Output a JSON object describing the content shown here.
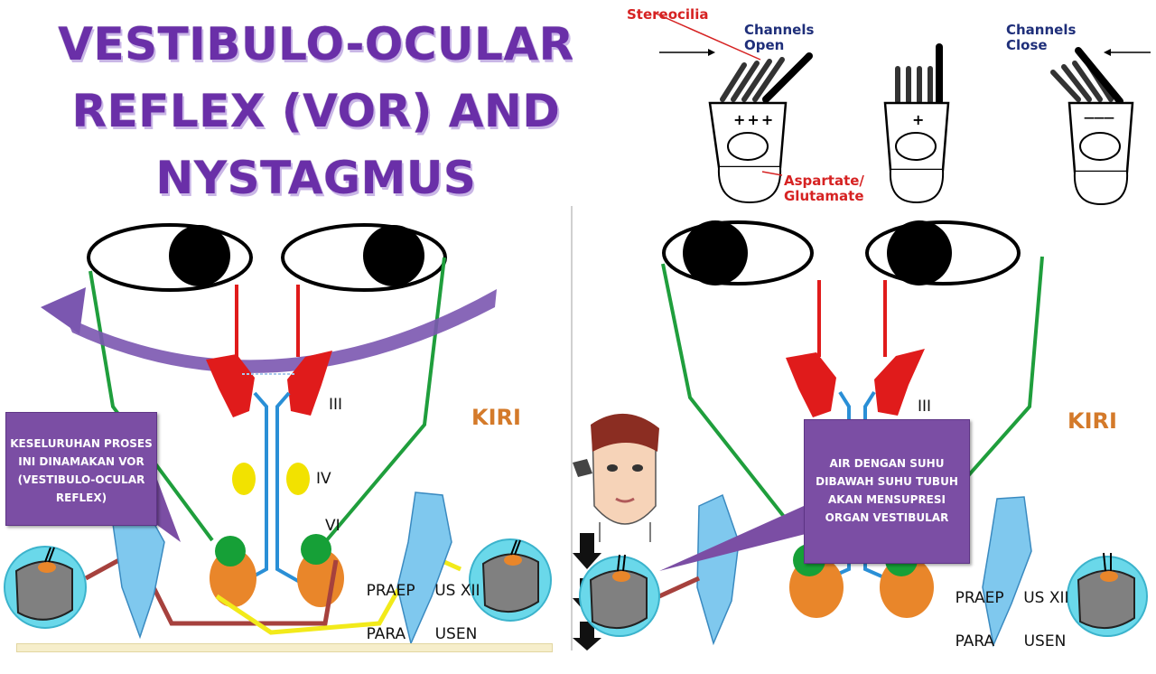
{
  "title": {
    "line1": "VESTIBULO-OCULAR",
    "line2": "REFLEX (VOR) AND",
    "line3": "NYSTAGMUS"
  },
  "hair_cells": {
    "stereocilia_label": "Stereocilia",
    "open_label_1": "Channels",
    "open_label_2": "Open",
    "close_label_1": "Channels",
    "close_label_2": "Close",
    "neurotransmitter_1": "Aspartate/",
    "neurotransmitter_2": "Glutamate",
    "cell1_charge": "+++",
    "cell2_charge": "+",
    "cell3_charge": "———"
  },
  "left_diagram": {
    "nerve_iii": "III",
    "nerve_iv": "IV",
    "nerve_vi": "VI",
    "side_label": "KIRI",
    "nucleus_line1": "PRAEP    US XII",
    "nucleus_line2": "PARA      USEN",
    "callout": {
      "line1": "KESELURUHAN PROSES",
      "line2": "INI DINAMAKAN VOR",
      "line3": "(VESTIBULO-OCULAR",
      "line4": "REFLEX)"
    }
  },
  "right_diagram": {
    "nerve_iii": "III",
    "side_label": "KIRI",
    "nucleus_line1": "PRAEP    US XII",
    "nucleus_line2": "PARA      USEN",
    "callout": {
      "line1": "AIR DENGAN SUHU",
      "line2": "DIBAWAH SUHU TUBUH",
      "line3": "AKAN MENSUPRESI",
      "line4": "ORGAN VESTIBULAR"
    }
  },
  "colors": {
    "title_purple": "#6a2fa8",
    "callout_purple": "#7b4ea4",
    "green_nerve": "#1f9e3c",
    "red_muscle": "#e01b1b",
    "blue_nerve": "#2a8fd6",
    "kiri_orange": "#d47a2a",
    "label_navy": "#1f2f7a",
    "label_red": "#d62222"
  }
}
